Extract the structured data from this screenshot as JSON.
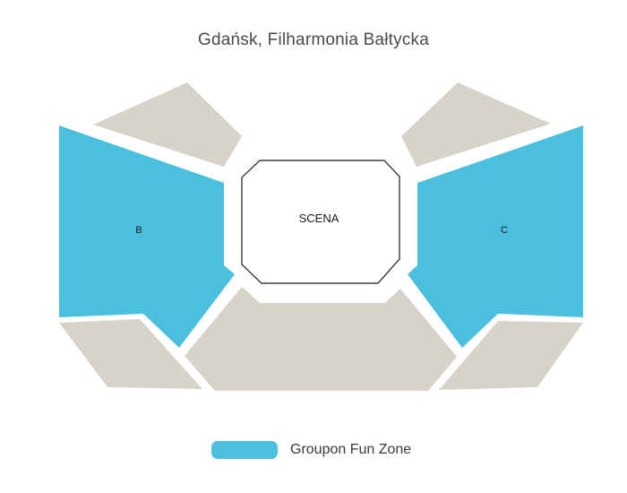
{
  "venue": {
    "title": "Gdańsk, Filharmonia Bałtycka"
  },
  "colors": {
    "fun_zone": "#4bc0de",
    "unavailable": "#d8d3c9",
    "stage_fill": "#ffffff",
    "stage_stroke": "#1a1a1a"
  },
  "stage": {
    "label": "SCENA"
  },
  "sections": [
    {
      "id": "left-upper",
      "label": "",
      "zone": "unavailable"
    },
    {
      "id": "right-upper",
      "label": "",
      "zone": "unavailable"
    },
    {
      "id": "b",
      "label": "B",
      "zone": "fun_zone"
    },
    {
      "id": "c",
      "label": "C",
      "zone": "fun_zone"
    },
    {
      "id": "left-lower",
      "label": "",
      "zone": "unavailable"
    },
    {
      "id": "center-lower",
      "label": "",
      "zone": "unavailable"
    },
    {
      "id": "right-lower",
      "label": "",
      "zone": "unavailable"
    }
  ],
  "legend": [
    {
      "label": "Groupon Fun Zone",
      "zone": "fun_zone"
    }
  ]
}
